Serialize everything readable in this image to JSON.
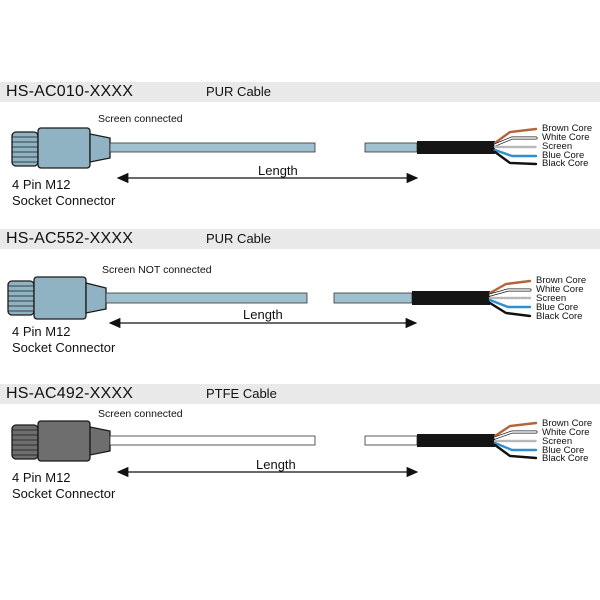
{
  "sections": [
    {
      "part_number": "HS-AC010-XXXX",
      "cable_type": "PUR Cable",
      "screen_note": "Screen connected",
      "connector_line1": "4 Pin M12",
      "connector_line2": "Socket Connector",
      "length_label": "Length",
      "cores": [
        "Brown Core",
        "White Core",
        "Screen",
        "Blue Core",
        "Black Core"
      ],
      "cable_color": "#9fc0cf",
      "connector_color": "#8fb3c2"
    },
    {
      "part_number": "HS-AC552-XXXX",
      "cable_type": "PUR Cable",
      "screen_note": "Screen NOT connected",
      "connector_line1": "4 Pin M12",
      "connector_line2": "Socket Connector",
      "length_label": "Length",
      "cores": [
        "Brown Core",
        "White Core",
        "Screen",
        "Blue Core",
        "Black Core"
      ],
      "cable_color": "#9fc0cf",
      "connector_color": "#8fb3c2"
    },
    {
      "part_number": "HS-AC492-XXXX",
      "cable_type": "PTFE Cable",
      "screen_note": "Screen connected",
      "connector_line1": "4 Pin M12",
      "connector_line2": "Socket Connector",
      "length_label": "Length",
      "cores": [
        "Brown Core",
        "White Core",
        "Screen",
        "Blue Core",
        "Black Core"
      ],
      "cable_color": "#ffffff",
      "connector_color": "#6e6e6e"
    }
  ],
  "wire_colors": {
    "brown": "#b4643a",
    "white": "#ffffff",
    "screen": "#b8b8b8",
    "blue": "#2f8fd0",
    "black": "#111111"
  }
}
